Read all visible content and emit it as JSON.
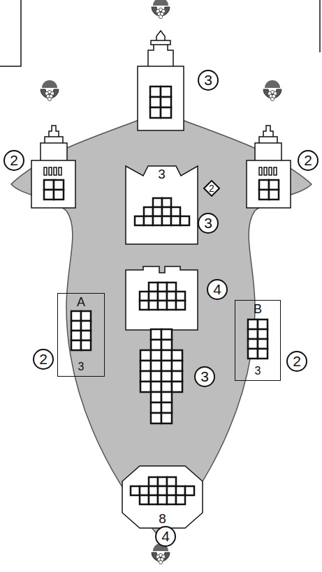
{
  "diagram": {
    "nodes": [
      {
        "text": [
          "3"
        ]
      },
      {
        "text": [
          "2"
        ]
      },
      {
        "text": [
          "2"
        ]
      },
      {
        "text": [
          "3"
        ]
      },
      {
        "text": [
          "2"
        ]
      },
      {
        "text": [
          "3"
        ]
      },
      {
        "text": [
          "4"
        ]
      },
      {
        "text": [
          "A",
          "3"
        ]
      },
      {
        "text": [
          "2"
        ]
      },
      {
        "text": [
          "B",
          "3"
        ]
      },
      {
        "text": [
          "2"
        ]
      },
      {
        "text": [
          "3"
        ]
      },
      {
        "text": [
          "8"
        ]
      },
      {
        "text": [
          "4"
        ]
      }
    ]
  }
}
